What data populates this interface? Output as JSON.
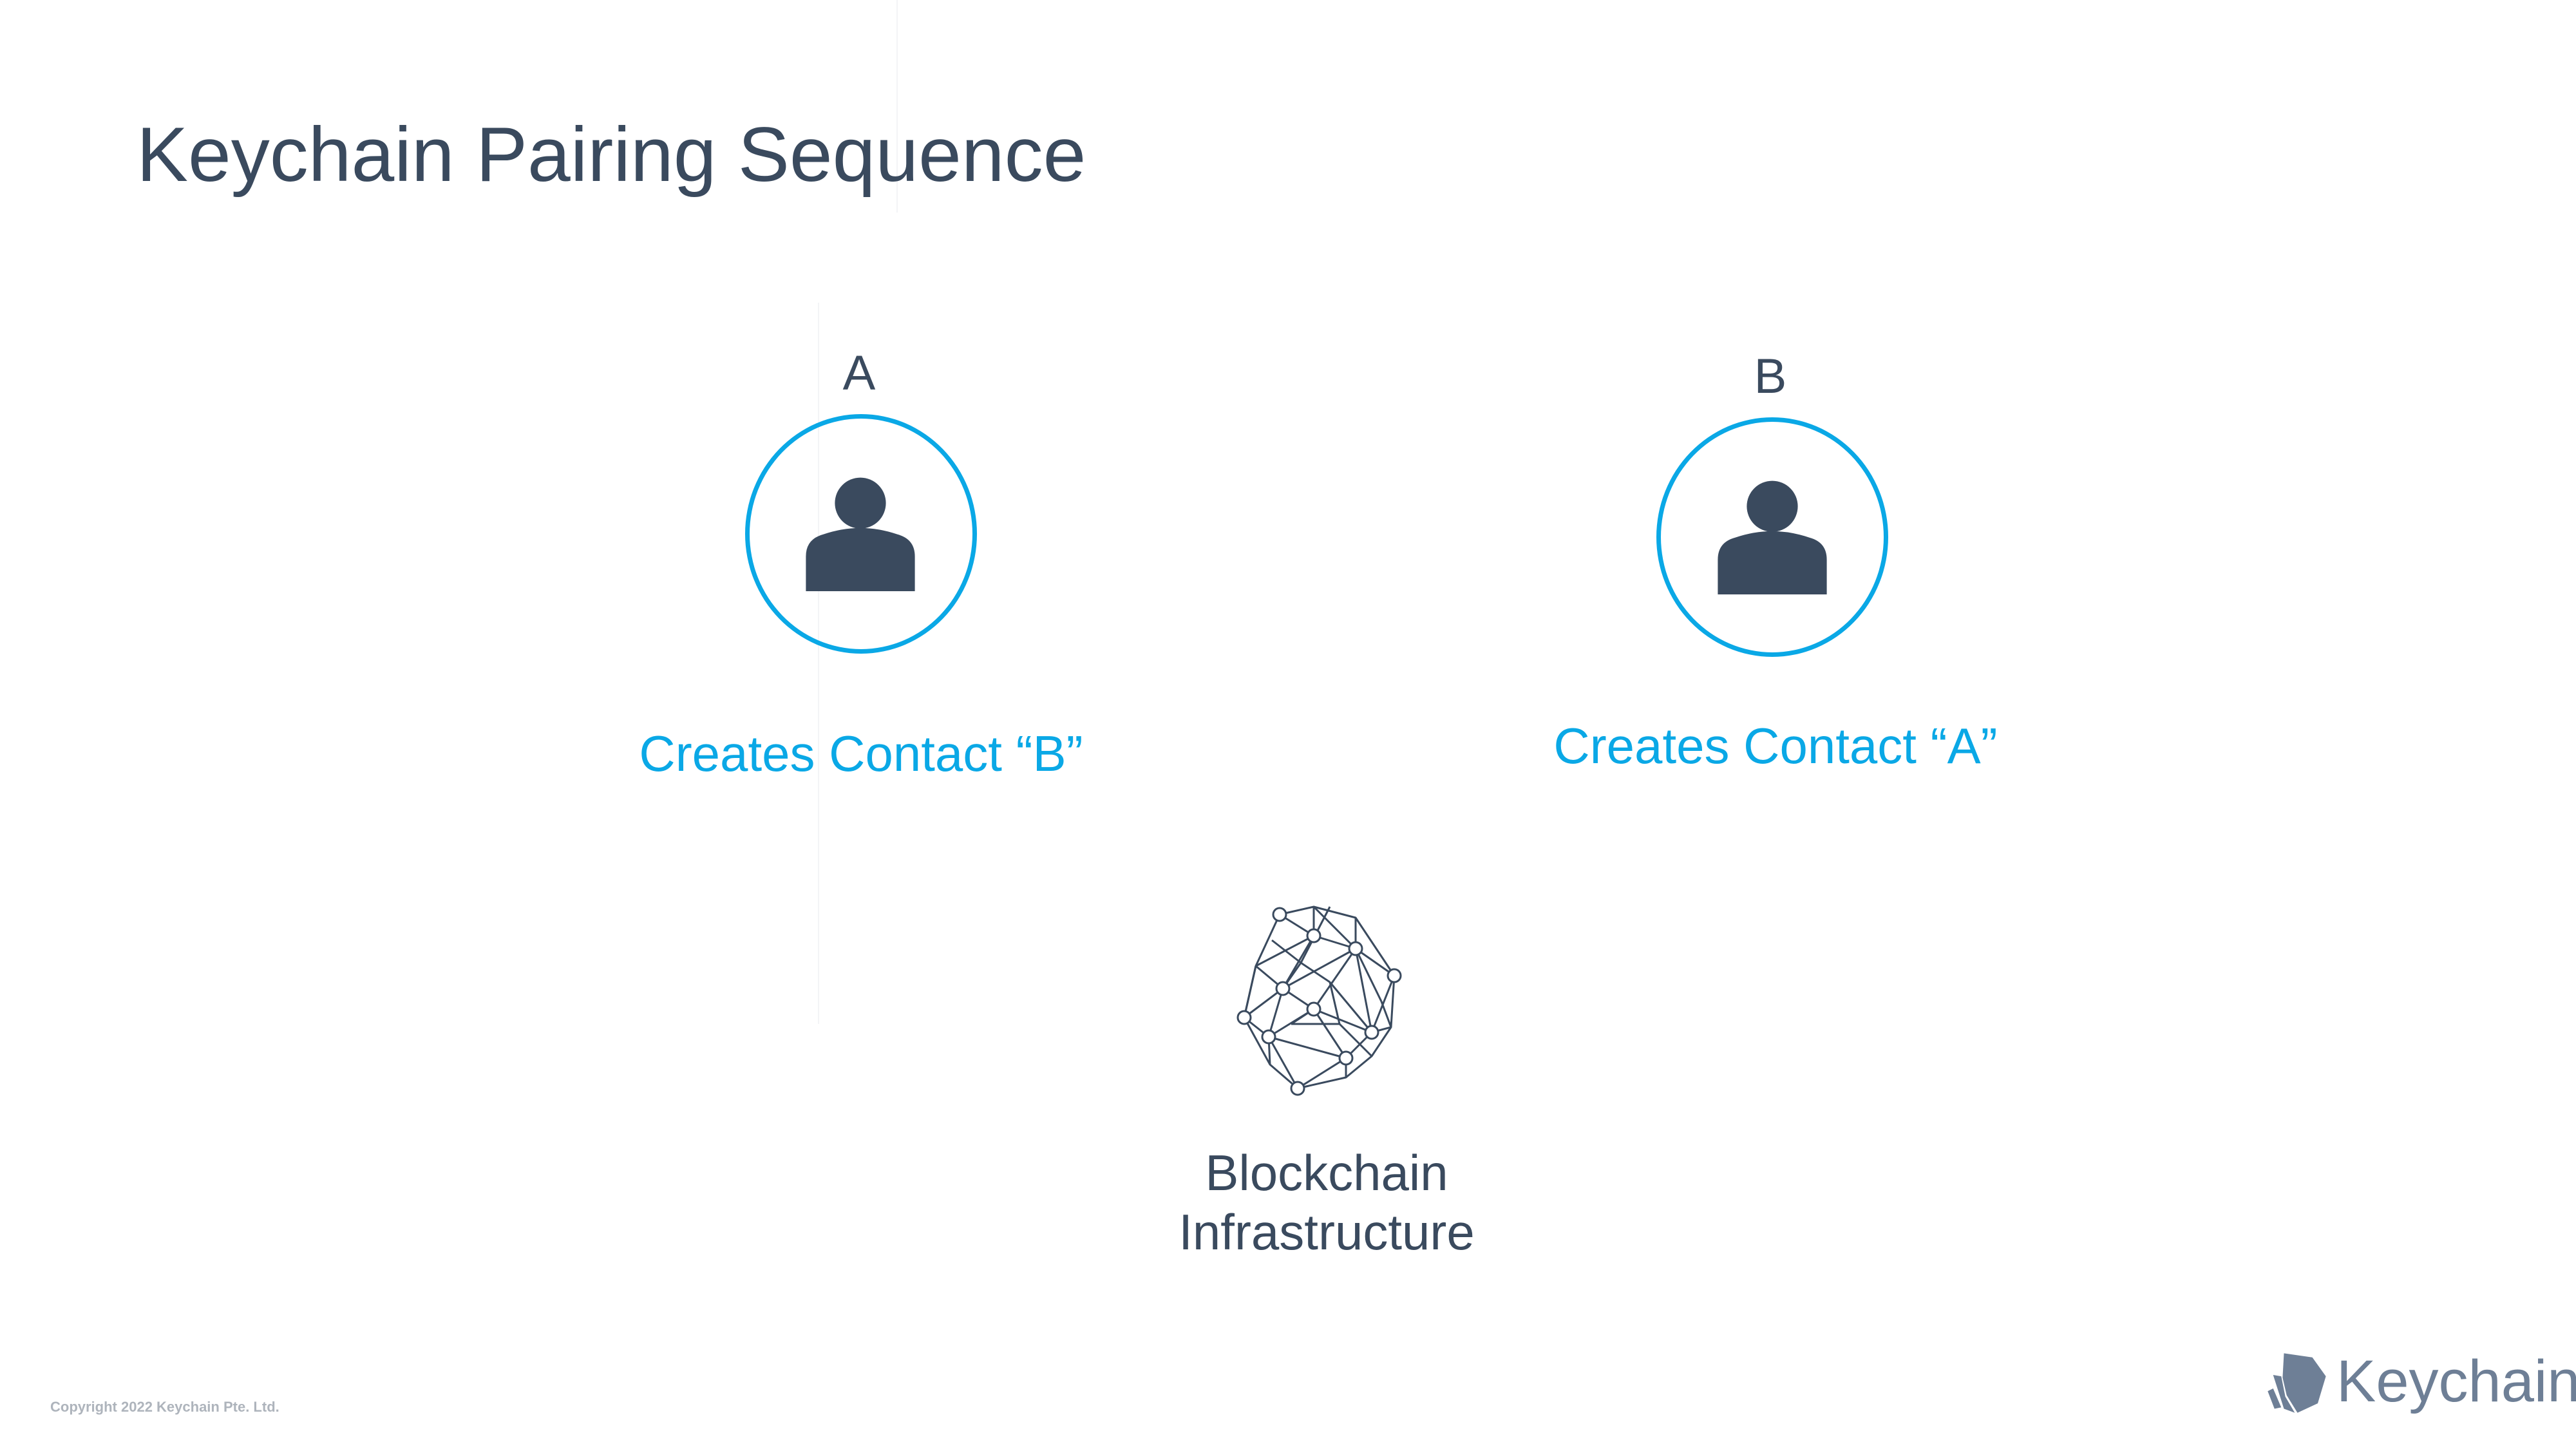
{
  "title": "Keychain Pairing Sequence",
  "parties": [
    {
      "label": "A",
      "action": "Creates Contact “B”",
      "icon": "person-icon"
    },
    {
      "label": "B",
      "action": "Creates Contact “A”",
      "icon": "person-icon"
    }
  ],
  "infrastructure": {
    "line1": "Blockchain",
    "line2": "Infrastructure",
    "icon": "network-globe-icon"
  },
  "footer": {
    "copyright": "Copyright 2022 Keychain Pte. Ltd.",
    "brand": "Keychain",
    "brand_icon": "keychain-logo-icon"
  },
  "colors": {
    "accent": "#0aa8e6",
    "text": "#3a4a5e",
    "brand": "#6e7f96",
    "muted": "#aeb4bc"
  }
}
